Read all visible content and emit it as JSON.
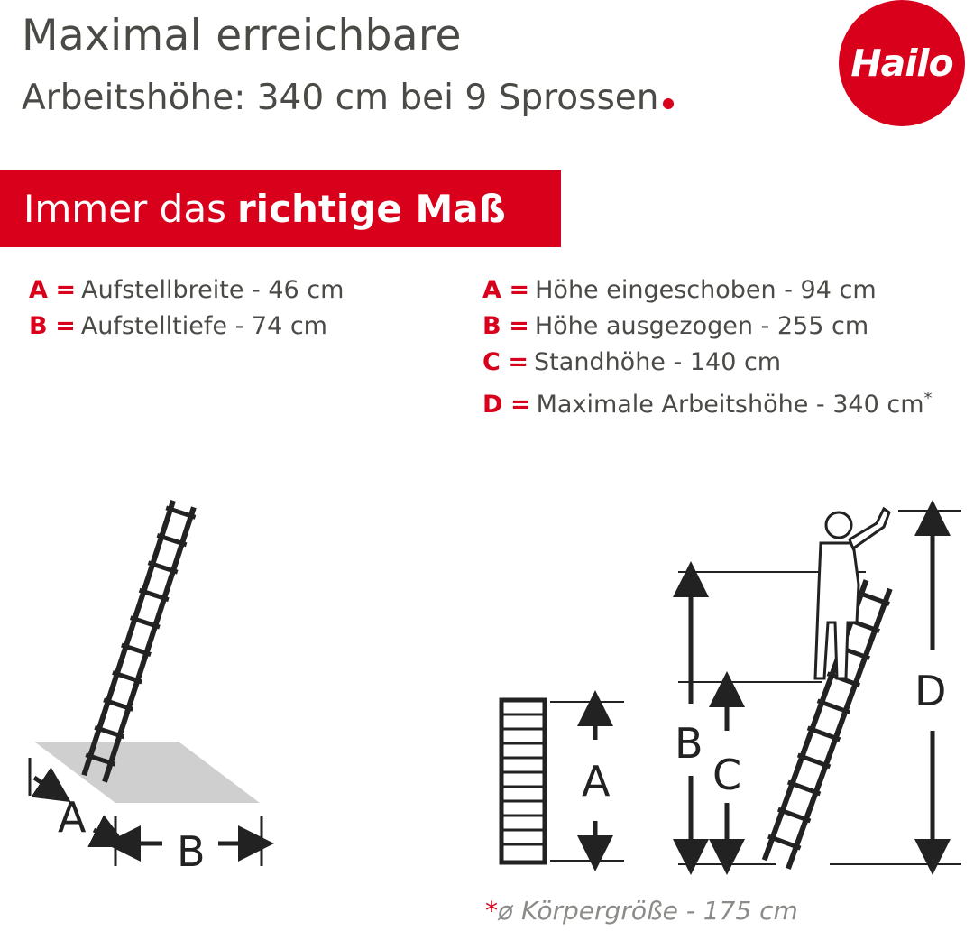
{
  "title": {
    "line1": "Maximal erreichbare",
    "line2": "Arbeitshöhe: 340 cm bei 9 Sprossen"
  },
  "logo": {
    "text": "Hailo",
    "color": "#d8001a"
  },
  "banner": {
    "regular": "Immer das",
    "bold": "richtige Maß"
  },
  "specs_left": [
    {
      "key": "A",
      "text": "Aufstellbreite - 46 cm"
    },
    {
      "key": "B",
      "text": "Aufstelltiefe - 74 cm"
    }
  ],
  "specs_right": [
    {
      "key": "A",
      "text": "Höhe eingeschoben - 94 cm"
    },
    {
      "key": "B",
      "text": "Höhe ausgezogen - 255 cm"
    },
    {
      "key": "C",
      "text": "Standhöhe - 140 cm"
    },
    {
      "key": "D",
      "text": "Maximale Arbeitshöhe - 340 cm",
      "mark": "*"
    }
  ],
  "diagram_labels": {
    "left_a": "A",
    "left_b": "B",
    "folded_a": "A",
    "extended_b": "B",
    "stand_c": "C",
    "max_d": "D"
  },
  "footnote": {
    "star": "*",
    "text": "ø Körpergröße - 175 cm"
  },
  "colors": {
    "accent": "#d8001a",
    "text": "#4a4a46",
    "floor": "#cfcfcf"
  }
}
